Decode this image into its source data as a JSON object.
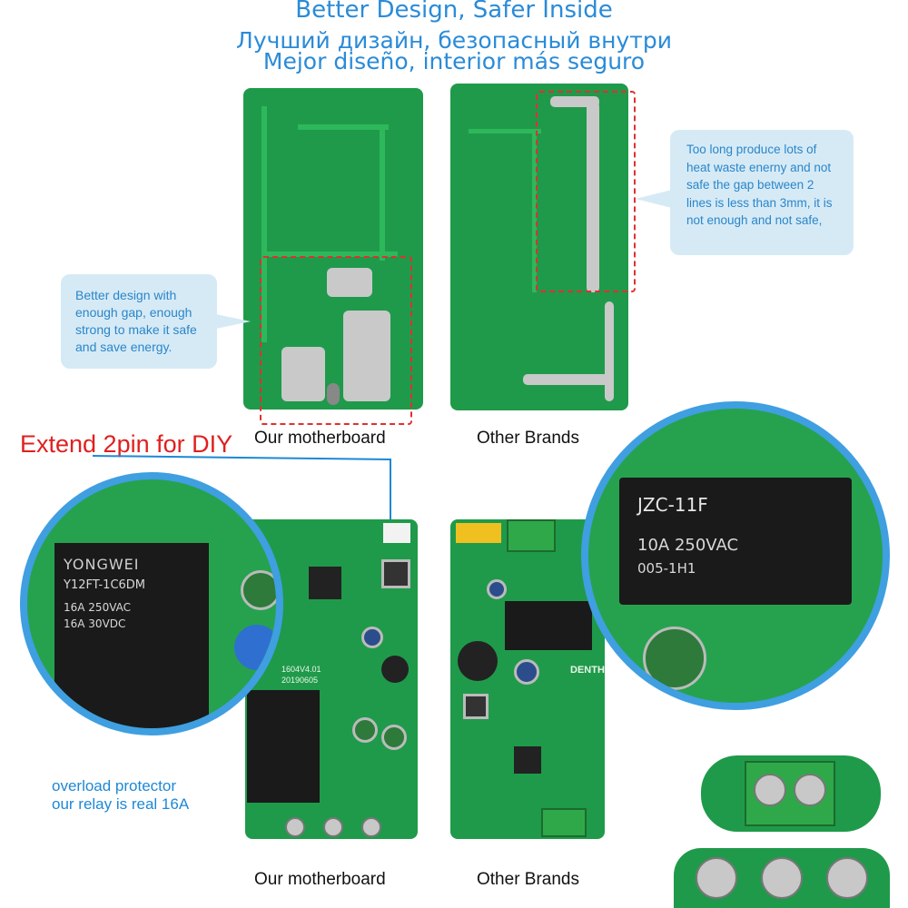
{
  "header": {
    "title_en": "Better Design, Safer Inside",
    "title_ru": "Лучший дизайн, безопасный внутри",
    "title_es": "Mejor diseño, interior más seguro"
  },
  "top_section": {
    "left_caption": "Our motherboard",
    "right_caption": "Other Brands",
    "left_callout": "Better design with enough gap, enough strong to make it safe and save energy.",
    "right_callout": "Too long produce lots of heat waste enerny and not safe the gap between 2 lines is less than 3mm, it is not enough and not safe,"
  },
  "bottom_section": {
    "diy_label": "Extend 2pin for DIY",
    "left_caption": "Our motherboard",
    "right_caption": "Other Brands",
    "overload_note_line1": "overload protector",
    "overload_note_line2": "our relay is real 16A",
    "our_relay_brand": "YONGWEI",
    "our_relay_model": "Y12FT-1C6DM",
    "our_relay_rating1": "16A 250VAC",
    "our_relay_rating2": "16A 30VDC",
    "board_version": "1604V4.01",
    "board_date": "20190605",
    "other_relay_brand": "JZC-11F",
    "other_relay_rating": "10A 250VAC",
    "other_relay_code": "005-1H1",
    "other_brand_mark": "DENTHP"
  },
  "colors": {
    "title_blue": "#2a8bd8",
    "pcb_green": "#1f9a4a",
    "callout_bg": "#d6eaf6",
    "highlight_red": "#e02020",
    "magnifier_border": "#3f9fe0"
  }
}
